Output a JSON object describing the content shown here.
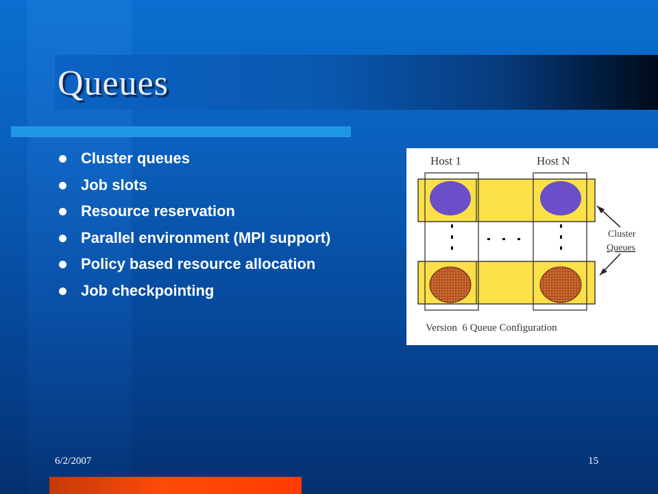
{
  "slide": {
    "title": "Queues",
    "bullets": [
      "Cluster queues",
      "Job slots",
      "Resource reservation",
      "Parallel environment (MPI support)",
      "Policy based resource allocation",
      "Job checkpointing"
    ],
    "footer": {
      "date": "6/2/2007",
      "page": "15"
    }
  },
  "figure": {
    "host_first": "Host 1",
    "host_last": "Host N",
    "label_line1": "Cluster",
    "label_line2": "Queues",
    "caption": "Version  6 Queue Configuration"
  },
  "colors": {
    "background": "#0a5fbc",
    "title_bar_end": "#000a1a",
    "accent_line": "#1e96e6",
    "footer_bar": "#ff4a08",
    "queue_row": "#fbe04a",
    "host_circle_top": "#6a4fc8",
    "host_circle_bottom": "#b5521e"
  }
}
